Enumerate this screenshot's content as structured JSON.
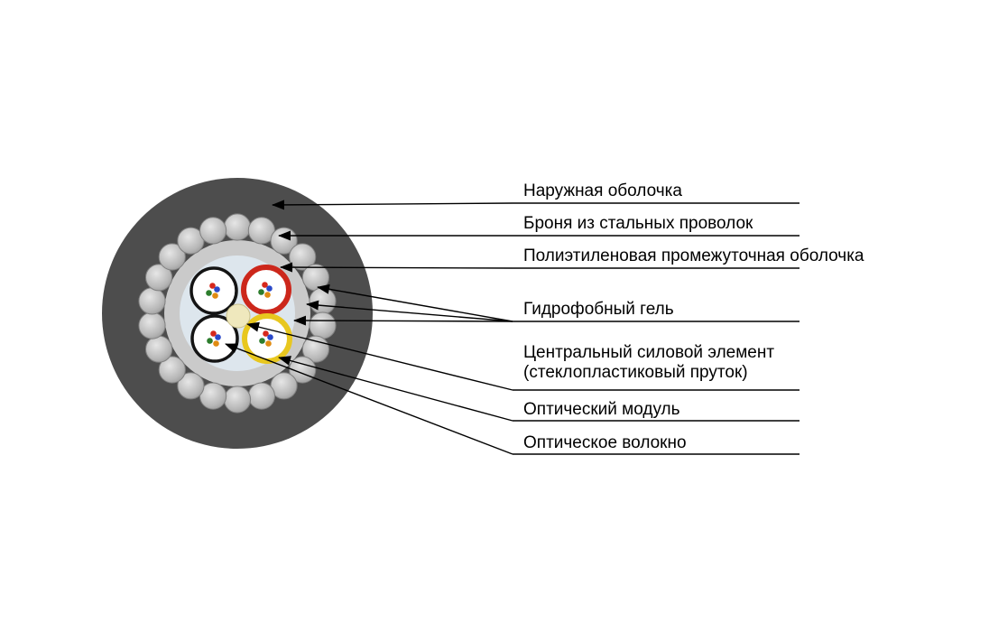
{
  "diagram": {
    "type": "cable-cross-section",
    "armor_wire_count": 22,
    "colors": {
      "background": "#ffffff",
      "outer_sheath": "#4d4d4d",
      "intermediate_sheath": "#cacaca",
      "gel": "#dde6ed",
      "armor_wire": "#b5b5b5",
      "module_fill": "#ffffff",
      "module_outline_black": "#141414",
      "module_outline_red": "#cc271b",
      "module_outline_yellow": "#e8c71f",
      "central_element": "#efe8bd",
      "fibers": [
        "#d6281c",
        "#2d7d2d",
        "#2b49c9",
        "#e08b12"
      ]
    }
  },
  "labels": [
    {
      "id": "outer-sheath",
      "text": "Наружная оболочка"
    },
    {
      "id": "armor-wires",
      "text": "Броня из стальных проволок"
    },
    {
      "id": "intermediate-sheath",
      "text": "Полиэтиленовая промежуточная оболочка"
    },
    {
      "id": "hydrophobic-gel",
      "text": "Гидрофобный гель"
    },
    {
      "id": "central-element",
      "text": "Центральный силовой элемент",
      "text2": "(стеклопластиковый пруток)"
    },
    {
      "id": "optical-module",
      "text": "Оптический модуль"
    },
    {
      "id": "optical-fiber",
      "text": "Оптическое волокно"
    }
  ]
}
